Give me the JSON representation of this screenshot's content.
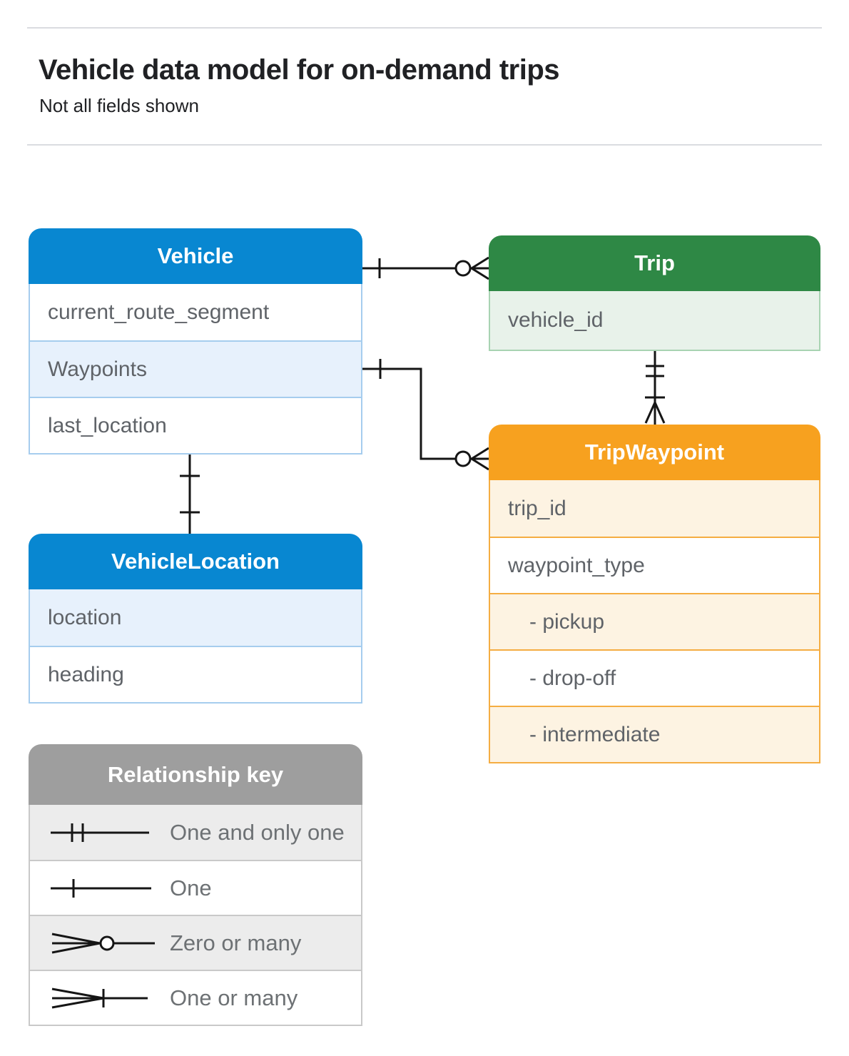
{
  "page": {
    "title": "Vehicle data model for on-demand trips",
    "subtitle": "Not all fields shown"
  },
  "colors": {
    "blue_header": "#0887d1",
    "blue_row_tint": "#e7f1fc",
    "blue_border": "#a6cdee",
    "green_header": "#2e8845",
    "green_row_tint": "#e8f2ea",
    "green_border": "#a8d3b2",
    "orange_header": "#f7a11f",
    "orange_row_tint": "#fdf3e2",
    "orange_border": "#f5ad42",
    "gray_header": "#9e9e9e",
    "gray_row_tint": "#ececec",
    "gray_border": "#c9c9c9",
    "field_text": "#5f6368",
    "connector_stroke": "#151515"
  },
  "entities": {
    "vehicle": {
      "title": "Vehicle",
      "fields": [
        "current_route_segment",
        "Waypoints",
        "last_location"
      ]
    },
    "trip": {
      "title": "Trip",
      "fields": [
        "vehicle_id"
      ]
    },
    "trip_waypoint": {
      "title": "TripWaypoint",
      "fields": [
        "trip_id",
        "waypoint_type",
        "- pickup",
        "- drop-off",
        "- intermediate"
      ]
    },
    "vehicle_location": {
      "title": "VehicleLocation",
      "fields": [
        "location",
        "heading"
      ]
    }
  },
  "legend": {
    "title": "Relationship key",
    "items": [
      {
        "symbol": "one-and-only-one",
        "label": "One and only one"
      },
      {
        "symbol": "one",
        "label": "One"
      },
      {
        "symbol": "zero-or-many",
        "label": "Zero or many"
      },
      {
        "symbol": "one-or-many",
        "label": "One or many"
      }
    ]
  },
  "connectors": [
    {
      "from": "Vehicle",
      "to": "Trip",
      "from_cardinality": "one",
      "to_cardinality": "zero-or-many"
    },
    {
      "from": "Vehicle.Waypoints",
      "to": "TripWaypoint",
      "from_cardinality": "one",
      "to_cardinality": "zero-or-many"
    },
    {
      "from": "Trip",
      "to": "TripWaypoint",
      "from_cardinality": "one-and-only-one",
      "to_cardinality": "one-or-many"
    },
    {
      "from": "Vehicle",
      "to": "VehicleLocation",
      "from_cardinality": "one",
      "to_cardinality": "one"
    }
  ]
}
